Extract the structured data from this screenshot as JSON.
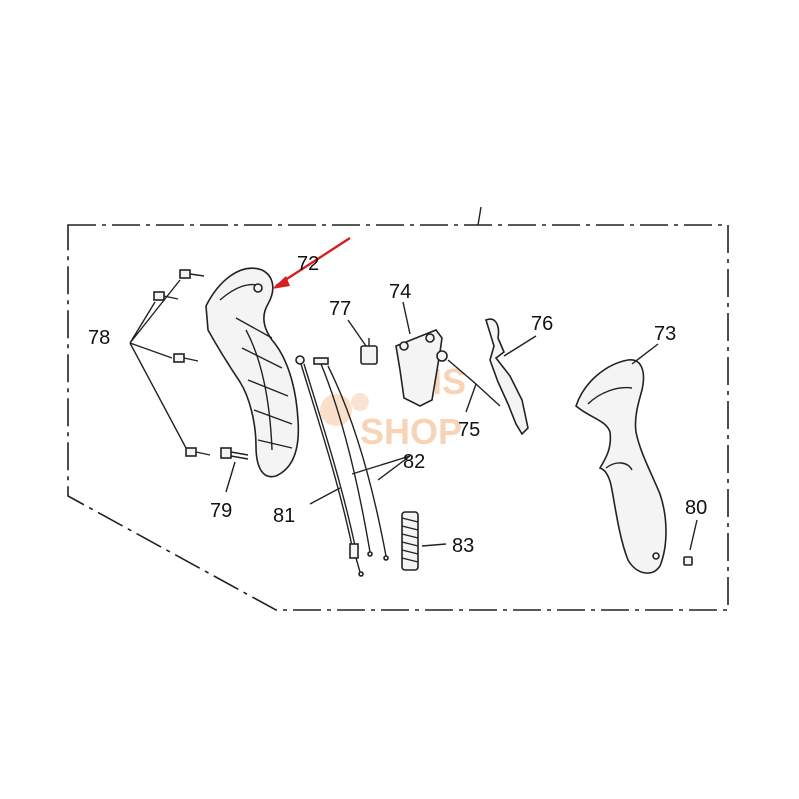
{
  "diagram": {
    "labels": {
      "72": "72",
      "73": "73",
      "74": "74",
      "75": "75",
      "76": "76",
      "77": "77",
      "78": "78",
      "79": "79",
      "80": "80",
      "81": "81",
      "82": "82",
      "83": "83"
    },
    "watermark": {
      "line1": "MS",
      "line2": "SHOP"
    },
    "colors": {
      "highlight_arrow": "#d42020",
      "line": "#222222",
      "watermark": "#f2b27a"
    }
  }
}
